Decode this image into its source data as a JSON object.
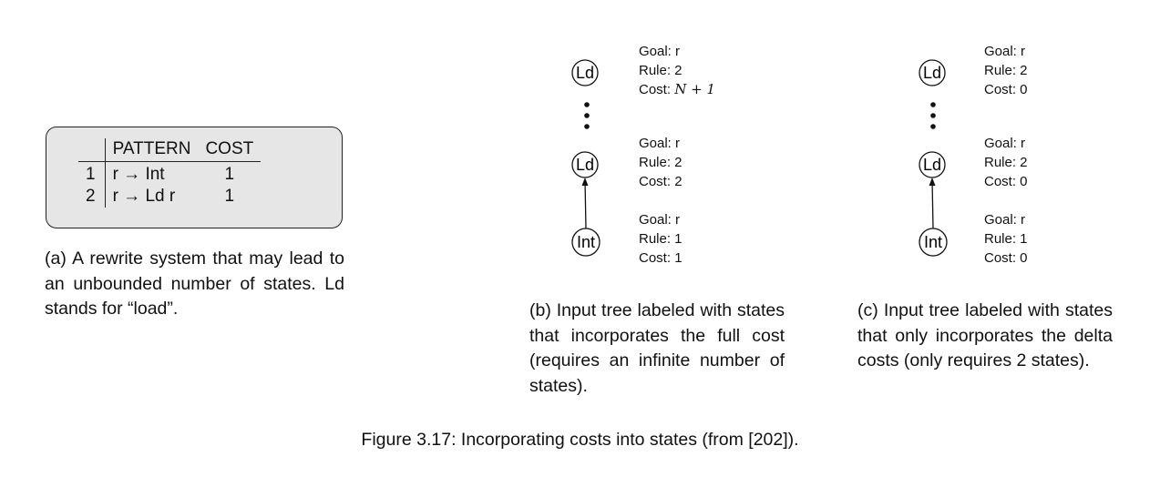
{
  "panel_a": {
    "table": {
      "headers": [
        "",
        "PATTERN",
        "COST"
      ],
      "rows": [
        {
          "index": "1",
          "pattern": "r → Int",
          "cost": "1"
        },
        {
          "index": "2",
          "pattern": "r → Ld r",
          "cost": "1"
        }
      ]
    },
    "caption": "(a) A rewrite system that may lead to an unbounded number of states. Ld stands for “load”."
  },
  "panel_b": {
    "nodes": {
      "top": "Ld",
      "middle": "Ld",
      "bottom": "Int"
    },
    "labels": [
      {
        "goal": "Goal: r",
        "rule": "Rule: 2",
        "cost_prefix": "Cost: ",
        "cost_value": "N + 1"
      },
      {
        "goal": "Goal: r",
        "rule": "Rule: 2",
        "cost_prefix": "Cost: ",
        "cost_value": "2"
      },
      {
        "goal": "Goal: r",
        "rule": "Rule: 1",
        "cost_prefix": "Cost: ",
        "cost_value": "1"
      }
    ],
    "caption": "(b) Input tree labeled with states that incorporates the full cost (requires an infinite number of states)."
  },
  "panel_c": {
    "nodes": {
      "top": "Ld",
      "middle": "Ld",
      "bottom": "Int"
    },
    "labels": [
      {
        "goal": "Goal: r",
        "rule": "Rule: 2",
        "cost": "Cost: 0"
      },
      {
        "goal": "Goal: r",
        "rule": "Rule: 2",
        "cost": "Cost: 0"
      },
      {
        "goal": "Goal: r",
        "rule": "Rule: 1",
        "cost": "Cost: 0"
      }
    ],
    "caption": "(c) Input tree labeled with states that only incorporates the delta costs (only requires 2 states)."
  },
  "figure_caption": "Figure 3.17: Incorporating costs into states (from [202])."
}
